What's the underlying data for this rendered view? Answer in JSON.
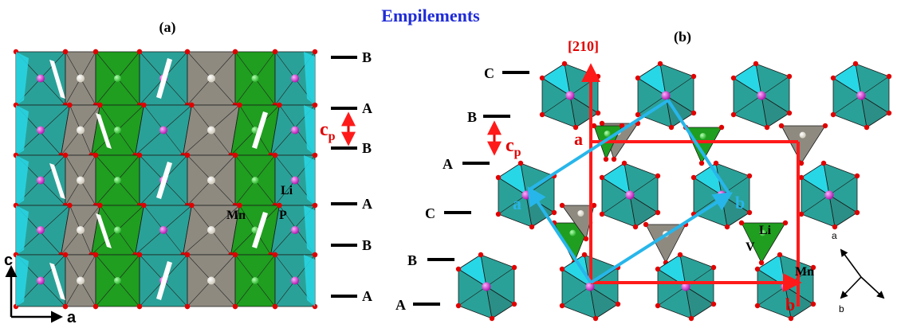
{
  "title": "Empilements",
  "panel_a": {
    "label": "(a)",
    "layers": [
      "B",
      "A",
      "B",
      "A",
      "B",
      "A"
    ],
    "cp_label": "c",
    "cp_sub": "p",
    "elements": {
      "li": "Li",
      "mn": "Mn",
      "p": "P"
    },
    "axes": {
      "vertical": "c",
      "horizontal": "a"
    }
  },
  "panel_b": {
    "label": "(b)",
    "direction": "[210]",
    "layers": [
      "C",
      "B",
      "A",
      "C",
      "B",
      "A"
    ],
    "cp_label": "c",
    "cp_sub": "p",
    "cell_red": {
      "a": "a",
      "b": "b"
    },
    "cell_cyan": {
      "a": "a",
      "b": "b"
    },
    "elements": {
      "li": "Li",
      "mn": "Mn",
      "v": "V"
    },
    "axes": {
      "a": "a",
      "b": "b"
    }
  },
  "colors": {
    "teal_octahedron": "#2aa198",
    "teal_light": "#5fd3d0",
    "cyan_face": "#28d7e6",
    "green_tetra": "#1f9e1f",
    "gray_poly": "#8e8a80",
    "magenta_atom": "#d63ad6",
    "white_atom": "#f4f2ea",
    "red_oxygen": "#e00000",
    "title_blue": "#1f2bd6",
    "cell_red": "#ff1a1a",
    "cell_cyan": "#27b6ea"
  }
}
